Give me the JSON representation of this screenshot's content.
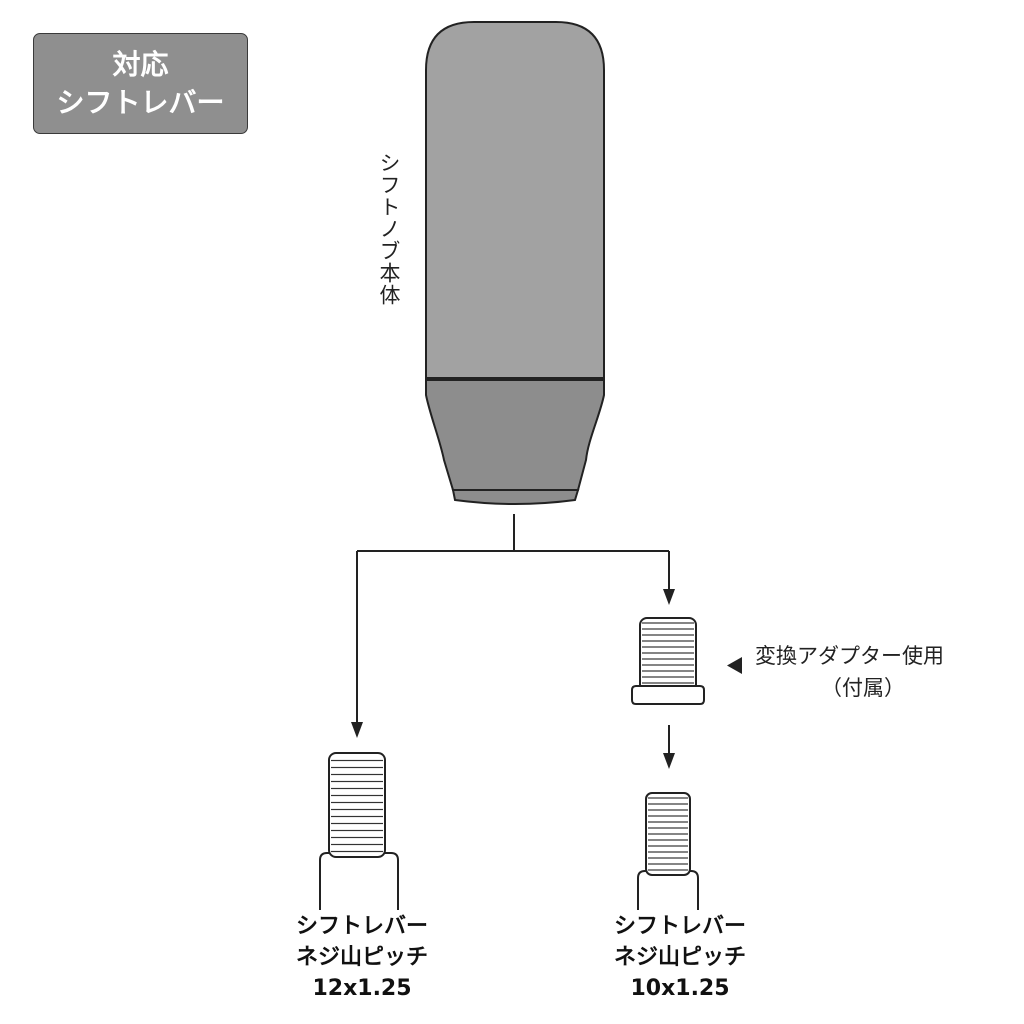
{
  "badge": {
    "line1": "対応",
    "line2": "シフトレバー"
  },
  "knob": {
    "label": "シフトノブ本体",
    "upper_color": "#a2a2a2",
    "lower_color": "#8d8d8d",
    "outline_color": "#222222"
  },
  "adapter": {
    "line1": "変換アダプター使用",
    "line2": "（付属）"
  },
  "levers": [
    {
      "line1": "シフトレバー",
      "line2": "ネジ山ピッチ",
      "line3": "12x1.25"
    },
    {
      "line1": "シフトレバー",
      "line2": "ネジ山ピッチ",
      "line3": "10x1.25"
    }
  ]
}
